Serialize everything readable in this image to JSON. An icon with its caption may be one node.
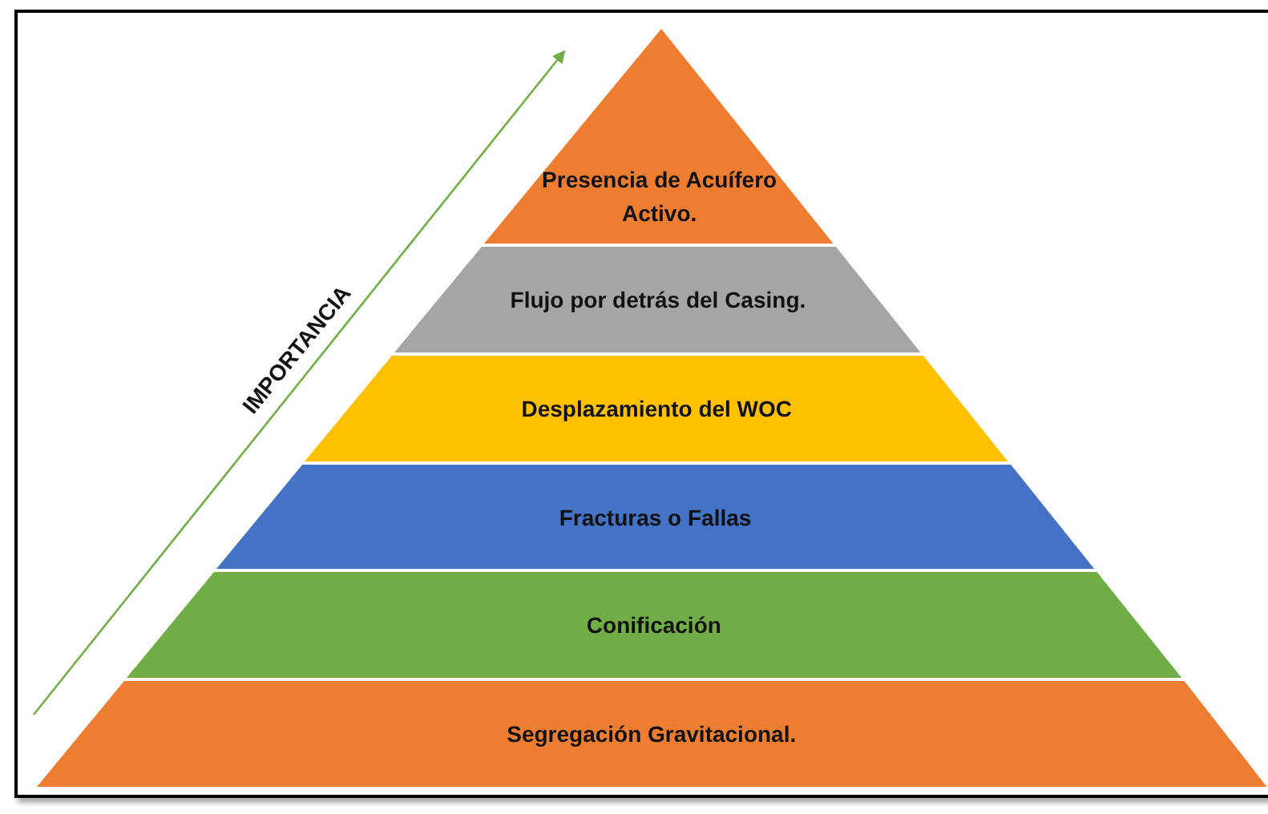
{
  "diagram": {
    "nodes": [
      {
        "text": [
          "Presencia de Acuífero Activo."
        ]
      },
      {
        "text": [
          "Flujo por detrás del Casing."
        ]
      },
      {
        "text": [
          "Desplazamiento del WOC"
        ]
      },
      {
        "text": [
          "Fracturas o Fallas"
        ]
      },
      {
        "text": [
          "Conificación"
        ]
      },
      {
        "text": [
          "Segregación Gravitacional."
        ]
      }
    ],
    "edges": [],
    "labels": [
      "IMPORTANCIA"
    ]
  }
}
